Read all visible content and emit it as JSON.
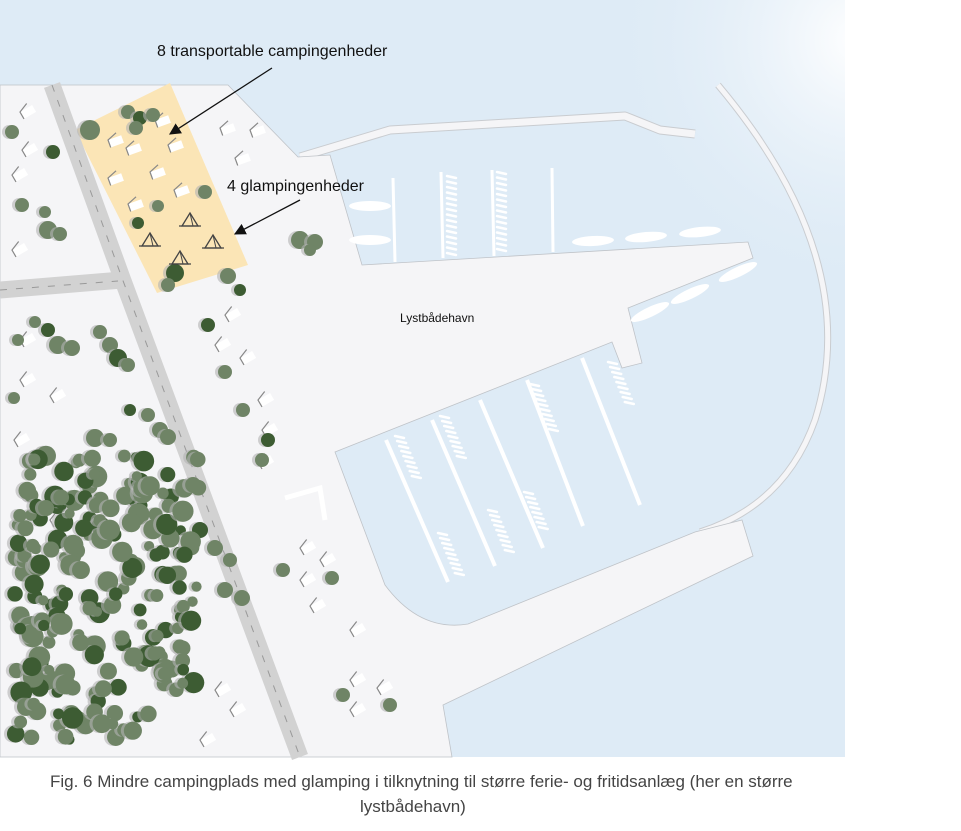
{
  "labels": {
    "campsite_units": "8 transportable campingenheder",
    "glamping_units": "4 glampingenheder",
    "marina": "Lystbådehavn"
  },
  "caption": {
    "line1": "Fig. 6 Mindre campingplads med glamping i tilknytning til større ferie- og fritidsanlæg (her en større",
    "line2": "lystbådehavn)"
  },
  "colors": {
    "sea": "#deebf6",
    "land": "#f5f5f7",
    "road": "#d2d2d2",
    "campsite": "#fbe5b6",
    "tree": "#6f8466",
    "tree_dark": "#3d5c33",
    "tree_shadow": "#b3b3b3"
  },
  "icons": {
    "tent": "tent-icon",
    "arrow": "arrow-icon"
  }
}
